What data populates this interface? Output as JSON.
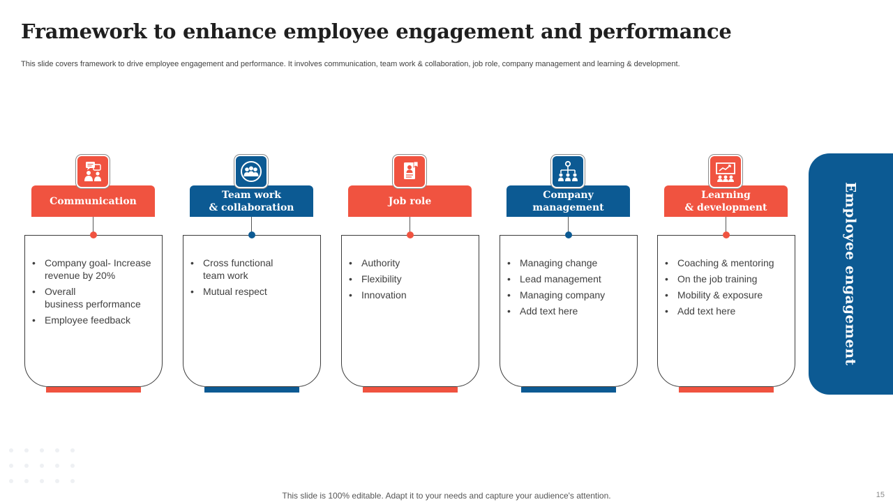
{
  "slide": {
    "title": "Framework to enhance employee engagement and performance",
    "subtitle": "This slide covers framework to drive  employee engagement and performance. It involves communication, team work & collaboration, job role, company management and learning & development.",
    "side_label": "Employee engagement",
    "footer": "This slide is 100% editable. Adapt it to your needs and capture your audience's attention.",
    "page_number": "15"
  },
  "colors": {
    "red": "#f05340",
    "blue": "#0c5a93"
  },
  "columns": [
    {
      "header": "Communication",
      "color": "red",
      "icon": "chat-people-icon",
      "items": [
        "Company goal- Increase revenue by 20%",
        "Overall\nbusiness performance",
        "Employee feedback"
      ]
    },
    {
      "header": "Team work\n& collaboration",
      "color": "blue",
      "icon": "team-circle-icon",
      "items": [
        "Cross functional\n team work",
        "Mutual respect"
      ]
    },
    {
      "header": "Job role",
      "color": "red",
      "icon": "document-role-icon",
      "items": [
        "Authority",
        "Flexibility",
        "Innovation"
      ]
    },
    {
      "header": "Company\nmanagement",
      "color": "blue",
      "icon": "org-hierarchy-icon",
      "items": [
        "Managing change",
        "Lead management",
        "Managing company",
        "Add text here"
      ]
    },
    {
      "header": "Learning\n& development",
      "color": "red",
      "icon": "presentation-board-icon",
      "items": [
        "Coaching & mentoring",
        "On the job training",
        "Mobility  & exposure",
        "Add text here"
      ]
    }
  ]
}
